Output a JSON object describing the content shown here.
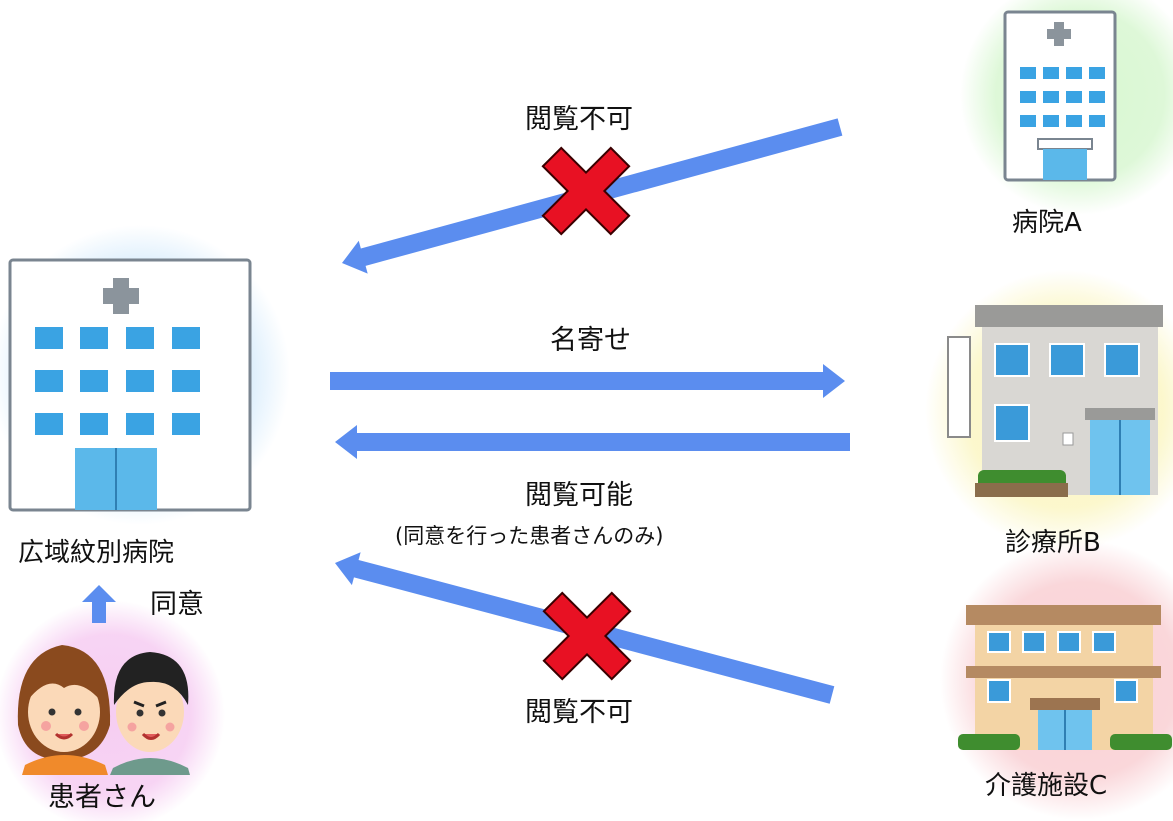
{
  "colors": {
    "arrow": "#5b8def",
    "cross": "#e81123",
    "main_glow": "#cfe8fb",
    "hospital_a_glow": "#d8f7d1",
    "clinic_b_glow": "#fbf6c4",
    "facility_c_glow": "#f9d0d4",
    "patient_glow": "#f6cdf2"
  },
  "nodes": {
    "main_hospital": {
      "label": "広域紋別病院",
      "icon": "hospital-icon"
    },
    "hospital_a": {
      "label": "病院A",
      "icon": "hospital-icon"
    },
    "clinic_b": {
      "label": "診療所B",
      "icon": "clinic-icon"
    },
    "facility_c": {
      "label": "介護施設C",
      "icon": "care-facility-icon"
    },
    "patient": {
      "label": "患者さん",
      "icon": "patients-icon"
    }
  },
  "edges": {
    "consent": {
      "label": "同意",
      "icon": "arrow-up-icon"
    },
    "hospital_a_view": {
      "label": "閲覧不可",
      "icon": "cross-icon"
    },
    "clinic_b_request": {
      "label": "名寄せ"
    },
    "clinic_b_view": {
      "label": "閲覧可能",
      "note": "(同意を行った患者さんのみ)"
    },
    "facility_c_view": {
      "label": "閲覧不可",
      "icon": "cross-icon"
    }
  }
}
